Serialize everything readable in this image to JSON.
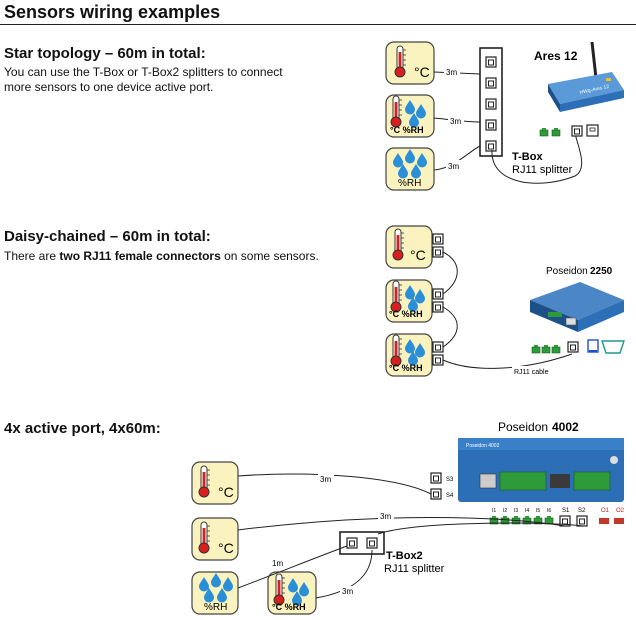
{
  "page": {
    "title": "Sensors wiring examples"
  },
  "sections": [
    {
      "heading": "Star topology – 60m in total:",
      "text_line1": "You can use the T-Box or T-Box2 splitters to connect",
      "text_line2": "more sensors to one device active port.",
      "device_name": "Ares 12",
      "splitter_name": "T-Box",
      "splitter_sub": "RJ11 splitter",
      "cable_labels": [
        "3m",
        "3m",
        "3m"
      ]
    },
    {
      "heading": "Daisy-chained – 60m in total:",
      "text_pre": "There are ",
      "text_bold": "two RJ11 female connectors",
      "text_post": " on some sensors.",
      "device_name": "Poseidon",
      "device_model": "2250",
      "cable_label": "RJ11 cable"
    },
    {
      "heading": "4x active port, 4x60m:",
      "device_name": "Poseidon",
      "device_model": "4002",
      "port_labels": [
        "S3",
        "S4",
        "S1",
        "S2",
        "O1",
        "O2"
      ],
      "input_labels": [
        "I1",
        "I2",
        "I3",
        "I4",
        "I5",
        "I6"
      ],
      "splitter_name": "T-Box2",
      "splitter_sub": "RJ11 splitter",
      "cable_labels": [
        "3m",
        "3m",
        "1m",
        "3m"
      ]
    }
  ],
  "sensor_labels": {
    "celsius": "°C",
    "humidity": "%RH",
    "combo": "°C %RH"
  },
  "colors": {
    "sensor_bg": "#fbf3bf",
    "sensor_border": "#444444",
    "thermo_red": "#d81e1e",
    "drop_blue": "#2a8fd6",
    "device_blue": "#2c6fb6",
    "terminal_green": "#2f9a3a"
  },
  "icons": [
    "thermometer-icon",
    "water-drop-icon",
    "rj11-port-icon",
    "antenna-icon"
  ]
}
